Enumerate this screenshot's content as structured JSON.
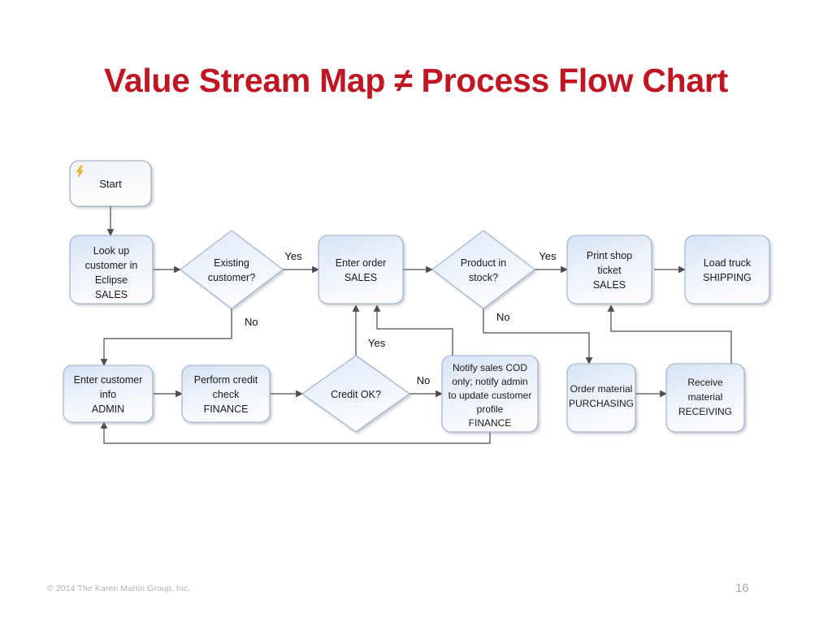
{
  "slide": {
    "title": "Value Stream Map ≠ Process Flow Chart",
    "title_color": "#BE1622",
    "background_color": "#FFFFFF",
    "page_number": "16",
    "copyright": "© 2014 The Karen Martin Group, Inc."
  },
  "diagram": {
    "type": "process-flow-chart",
    "node_fill_start": "#EAF1FA",
    "node_fill_end": "#FDFDFE",
    "node_stroke": "#9BB0C8",
    "connector_color": "#4d4d4d",
    "start_icon": "lightning-bolt-icon",
    "nodes": [
      {
        "id": "start",
        "shape": "rounded-rect",
        "lines": [
          "Start"
        ]
      },
      {
        "id": "lookup",
        "shape": "rounded-rect",
        "lines": [
          "Look up",
          "customer in",
          "Eclipse",
          "SALES"
        ]
      },
      {
        "id": "existing",
        "shape": "diamond",
        "lines": [
          "Existing",
          "customer?"
        ]
      },
      {
        "id": "enter-order",
        "shape": "rounded-rect",
        "lines": [
          "Enter order",
          "SALES"
        ]
      },
      {
        "id": "product-stock",
        "shape": "diamond",
        "lines": [
          "Product in",
          "stock?"
        ]
      },
      {
        "id": "print-shop",
        "shape": "rounded-rect",
        "lines": [
          "Print shop",
          "ticket",
          "SALES"
        ]
      },
      {
        "id": "load-truck",
        "shape": "rounded-rect",
        "lines": [
          "Load truck",
          "SHIPPING"
        ]
      },
      {
        "id": "enter-customer",
        "shape": "rounded-rect",
        "lines": [
          "Enter customer",
          "info",
          "ADMIN"
        ]
      },
      {
        "id": "credit-check",
        "shape": "rounded-rect",
        "lines": [
          "Perform credit",
          "check",
          "FINANCE"
        ]
      },
      {
        "id": "credit-ok",
        "shape": "diamond",
        "lines": [
          "Credit OK?"
        ]
      },
      {
        "id": "notify-sales",
        "shape": "rounded-rect",
        "lines": [
          "Notify sales COD",
          "only; notify admin",
          "to update customer",
          "profile",
          "FINANCE"
        ]
      },
      {
        "id": "order-material",
        "shape": "rounded-rect",
        "lines": [
          "Order material",
          "PURCHASING"
        ]
      },
      {
        "id": "receive-material",
        "shape": "rounded-rect",
        "lines": [
          "Receive",
          "material",
          "RECEIVING"
        ]
      }
    ],
    "edge_labels": {
      "existing_yes": "Yes",
      "existing_no": "No",
      "stock_yes": "Yes",
      "stock_no": "No",
      "credit_yes": "Yes",
      "credit_no": "No"
    },
    "edges": [
      {
        "from": "start",
        "to": "lookup",
        "label": ""
      },
      {
        "from": "lookup",
        "to": "existing",
        "label": ""
      },
      {
        "from": "existing",
        "to": "enter-order",
        "label": "Yes"
      },
      {
        "from": "existing",
        "to": "enter-customer",
        "label": "No"
      },
      {
        "from": "enter-order",
        "to": "product-stock",
        "label": ""
      },
      {
        "from": "product-stock",
        "to": "print-shop",
        "label": "Yes"
      },
      {
        "from": "product-stock",
        "to": "order-material",
        "label": "No"
      },
      {
        "from": "print-shop",
        "to": "load-truck",
        "label": ""
      },
      {
        "from": "enter-customer",
        "to": "credit-check",
        "label": ""
      },
      {
        "from": "credit-check",
        "to": "credit-ok",
        "label": ""
      },
      {
        "from": "credit-ok",
        "to": "enter-order",
        "label": "Yes"
      },
      {
        "from": "credit-ok",
        "to": "notify-sales",
        "label": "No"
      },
      {
        "from": "notify-sales",
        "to": "enter-order",
        "label": ""
      },
      {
        "from": "notify-sales",
        "to": "enter-customer",
        "label": ""
      },
      {
        "from": "order-material",
        "to": "receive-material",
        "label": ""
      },
      {
        "from": "receive-material",
        "to": "print-shop",
        "label": ""
      }
    ]
  }
}
